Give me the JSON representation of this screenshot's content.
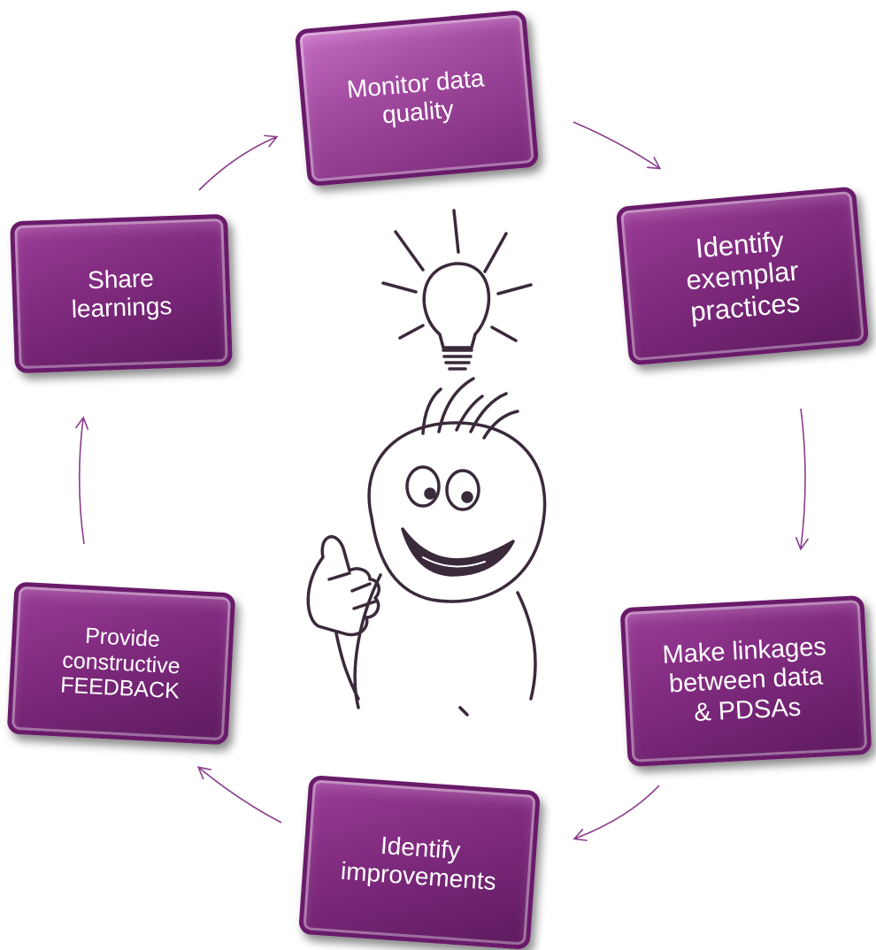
{
  "cycle": {
    "steps": [
      {
        "id": "monitor",
        "lines": [
          "Monitor data",
          "quality"
        ]
      },
      {
        "id": "identify_exemplar",
        "lines": [
          "Identify",
          "exemplar",
          "practices"
        ]
      },
      {
        "id": "linkages",
        "lines": [
          "Make linkages",
          "between data",
          "& PDSAs"
        ]
      },
      {
        "id": "improvements",
        "lines": [
          "Identify",
          "improvements"
        ]
      },
      {
        "id": "feedback",
        "lines": [
          "Provide",
          "constructive",
          "FEEDBACK"
        ]
      },
      {
        "id": "share",
        "lines": [
          "Share",
          "learnings"
        ]
      }
    ]
  },
  "colors": {
    "box_fill": "#7f2a7e",
    "box_border": "#6a1a6a",
    "arrow": "#8a3c8a",
    "box_text": "#ffffff"
  },
  "icons": {
    "center_illustration": "cartoon-person-lightbulb-icon"
  }
}
